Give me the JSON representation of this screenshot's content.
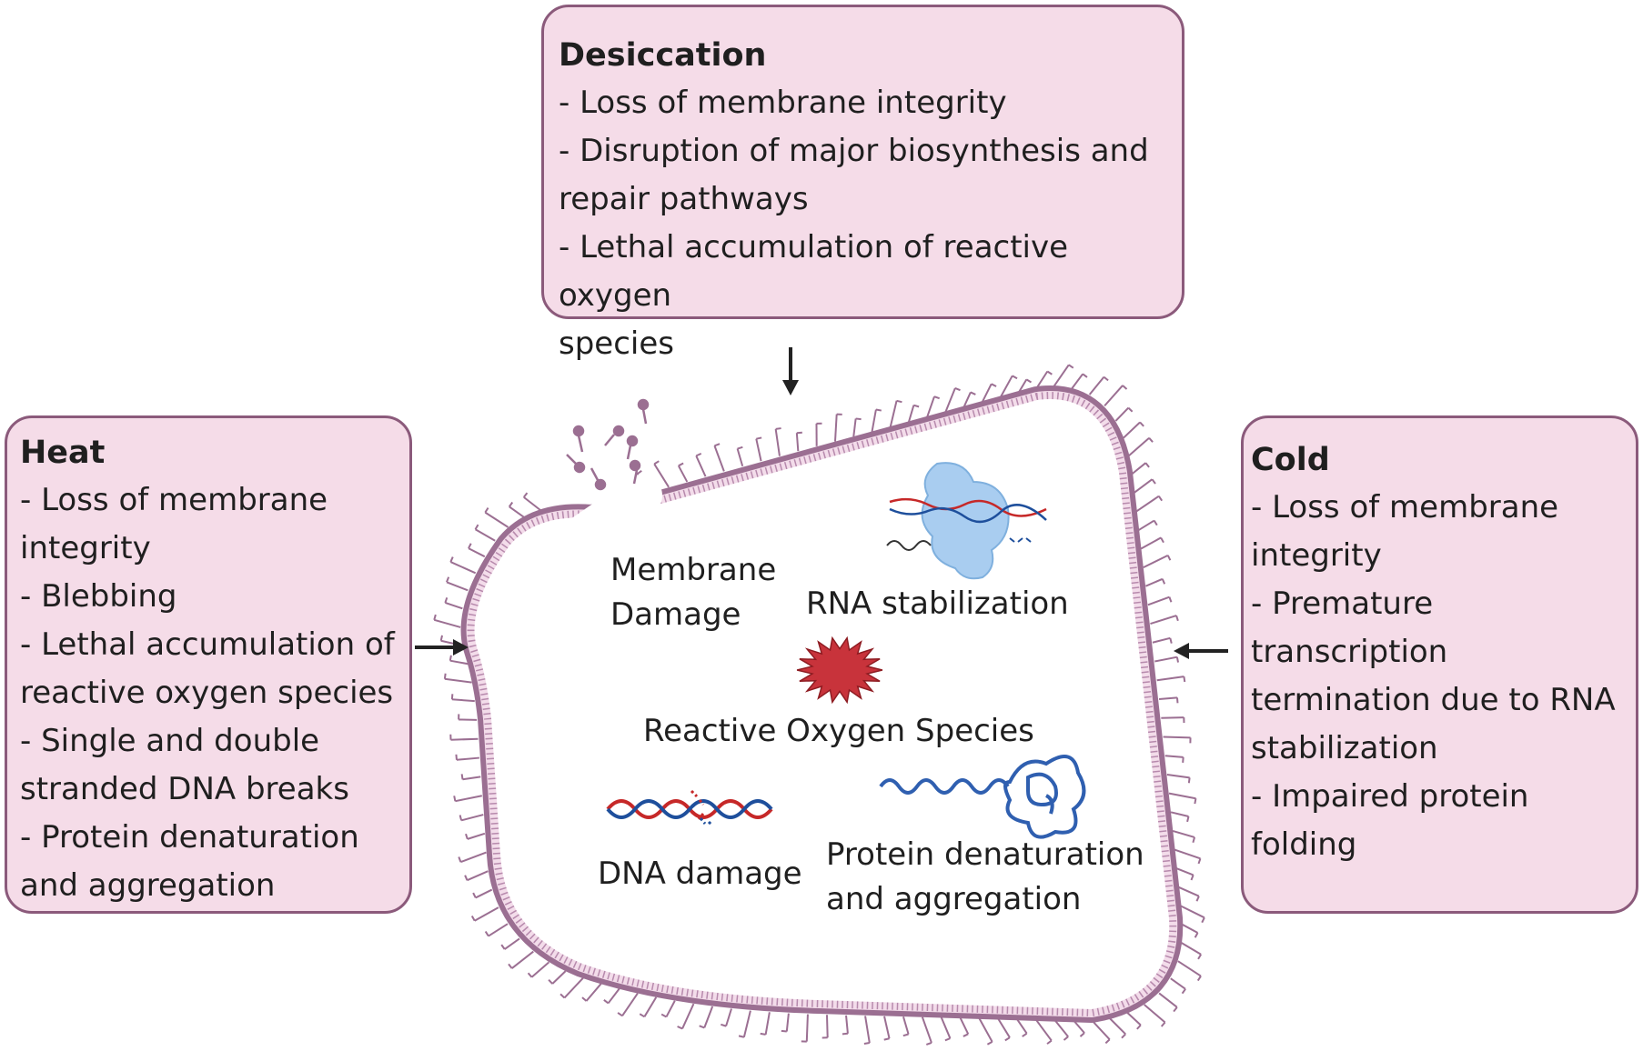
{
  "desiccation": {
    "title": "Desiccation",
    "lines": [
      "- Loss of membrane integrity",
      "- Disruption of major biosynthesis and",
      "repair pathways",
      "- Lethal accumulation of reactive oxygen",
      "species"
    ]
  },
  "heat": {
    "title": "Heat",
    "lines": [
      "- Loss of membrane",
      "integrity",
      "- Blebbing",
      "- Lethal accumulation of",
      "reactive oxygen species",
      "- Single and double",
      "stranded DNA breaks",
      "- Protein denaturation",
      "and aggregation"
    ]
  },
  "cold": {
    "title": "Cold",
    "lines": [
      "- Loss of membrane",
      "integrity",
      "- Premature transcription",
      "termination due to RNA",
      "stabilization",
      "- Impaired protein",
      "folding"
    ]
  },
  "cell": {
    "membrane_damage": [
      "Membrane",
      "Damage"
    ],
    "rna_stabilization": "RNA stabilization",
    "ros": "Reactive Oxygen Species",
    "dna_damage": "DNA damage",
    "protein": [
      "Protein denaturation",
      "and aggregation"
    ]
  },
  "colors": {
    "box_fill": "#f5dce8",
    "box_border": "#8b5a7b",
    "membrane": "#9b6f92",
    "membrane_light": "#f3dcea",
    "ros": "#c8333b",
    "dna_red": "#c62828",
    "dna_blue": "#1e4f9c",
    "protein_blue": "#2f5fb0",
    "ribosome": "#a9cdf0"
  }
}
